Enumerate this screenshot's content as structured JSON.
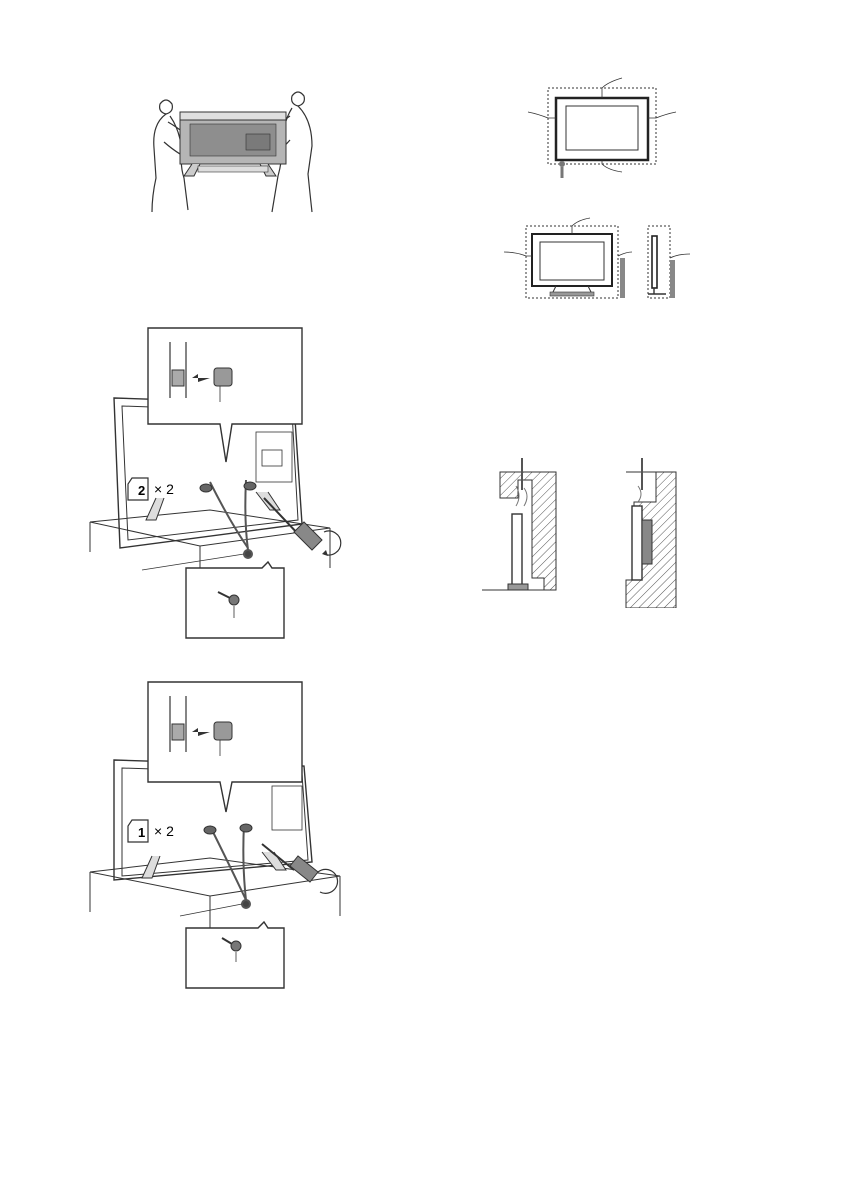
{
  "figures": {
    "callout_top": {
      "badge": "2",
      "multiplier": "× 2"
    },
    "callout_bottom": {
      "badge": "1",
      "multiplier": "× 2"
    }
  },
  "colors": {
    "line": "#333333",
    "hatch": "#555555",
    "gray_fill": "#9a9a9a",
    "light_fill": "#e6e6e6"
  },
  "icons": [
    "carry-people-icon",
    "screw-icon",
    "screwdriver-icon",
    "rotate-arrow-icon",
    "strap-icon",
    "wall-hatch-icon",
    "airflow-icon"
  ]
}
